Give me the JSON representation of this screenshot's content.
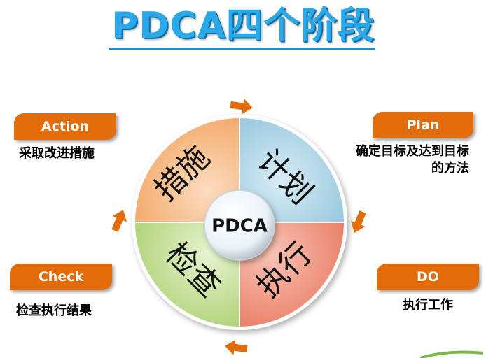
{
  "title": "PDCA四个阶段",
  "center_label": "PDCA",
  "quadrants": {
    "plan": "计划",
    "do": "执行",
    "check": "检查",
    "action": "措施"
  },
  "stages": {
    "plan": {
      "label": "Plan",
      "desc_line1": "确定目标及达到目标",
      "desc_line2": "的方法"
    },
    "do": {
      "label": "DO",
      "desc": "执行工作"
    },
    "check": {
      "label": "Check",
      "desc": "检查执行结果"
    },
    "action": {
      "label": "Action",
      "desc": "采取改进措施"
    }
  },
  "colors": {
    "title": "#2aa8e8",
    "label_box": "#e36c0a",
    "plan_quadrant": "#9ccbe0",
    "do_quadrant": "#ee8b74",
    "check_quadrant": "#b9d986",
    "action_quadrant": "#f6b37a",
    "arrow": "#e36c0a"
  }
}
